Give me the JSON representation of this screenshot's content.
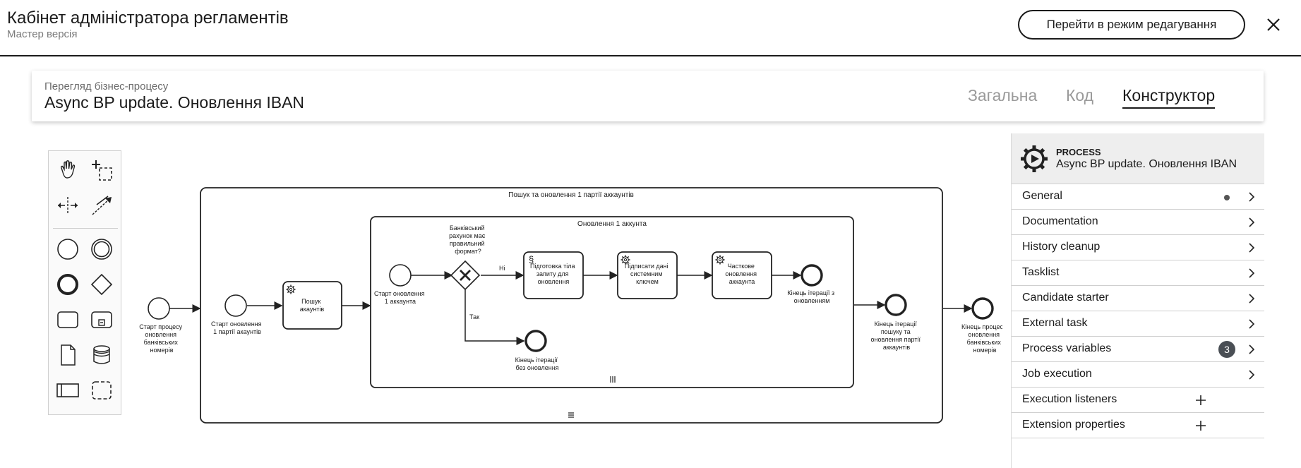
{
  "header": {
    "title": "Кабінет адміністратора регламентів",
    "subtitle": "Мастер версія",
    "edit_button": "Перейти в режим редагування"
  },
  "card": {
    "subtitle": "Перегляд бізнес-процесу",
    "title": "Async BP update. Оновлення IBAN",
    "tabs": [
      {
        "label": "Загальна",
        "active": false
      },
      {
        "label": "Код",
        "active": false
      },
      {
        "label": "Конструктор",
        "active": true
      }
    ]
  },
  "palette": {
    "tools": [
      "hand-tool-icon",
      "lasso-tool-icon",
      "space-tool-icon",
      "global-connect-icon",
      "start-event-icon",
      "intermediate-event-icon",
      "end-event-icon",
      "gateway-icon",
      "task-icon",
      "subprocess-icon",
      "data-object-icon",
      "data-store-icon",
      "pool-icon",
      "group-icon"
    ]
  },
  "diagram": {
    "outer_subprocess": "Пошук та оновлення 1 партії аккаунтів",
    "inner_subprocess": "Оновлення 1 аккунта",
    "start_process": [
      "Старт процесу",
      "оновлення",
      "банківських",
      "номерів"
    ],
    "start_batch": [
      "Старт оновлення",
      "1 партії акаунтів"
    ],
    "task_search": [
      "Пошук",
      "акаунтів"
    ],
    "start_account": [
      "Старт оновлення",
      "1 аккаунта"
    ],
    "gateway": [
      "Банківський",
      "рахунок має",
      "правильний",
      "формат?"
    ],
    "flow_no": "Ні",
    "flow_yes": "Так",
    "task_prepare": [
      "Підготовка тіла",
      "запиту для",
      "оновлення"
    ],
    "task_sign": [
      "Підписати дані",
      "системним",
      "ключем"
    ],
    "task_partial": [
      "Часткове",
      "оновлення",
      "аккаунта"
    ],
    "end_iter_update": [
      "Кінець ітерації з",
      "оновленням"
    ],
    "end_iter_no_update": [
      "Кінець ітерації",
      "без оновлення"
    ],
    "end_batch": [
      "Кінець ітерації",
      "пошуку та",
      "оновлення партії",
      "аккаунтів"
    ],
    "end_process": [
      "Кінець процесу",
      "оновлення",
      "банківських",
      "номерів"
    ]
  },
  "properties": {
    "kind": "PROCESS",
    "name": "Async BP update. Оновлення IBAN",
    "groups": [
      {
        "label": "General",
        "indicator": "dot"
      },
      {
        "label": "Documentation",
        "indicator": "chevron"
      },
      {
        "label": "History cleanup",
        "indicator": "chevron"
      },
      {
        "label": "Tasklist",
        "indicator": "chevron"
      },
      {
        "label": "Candidate starter",
        "indicator": "chevron"
      },
      {
        "label": "External task",
        "indicator": "chevron"
      },
      {
        "label": "Process variables",
        "indicator": "badge",
        "badge": "3"
      },
      {
        "label": "Job execution",
        "indicator": "chevron"
      },
      {
        "label": "Execution listeners",
        "indicator": "plus"
      },
      {
        "label": "Extension properties",
        "indicator": "plus"
      }
    ]
  }
}
